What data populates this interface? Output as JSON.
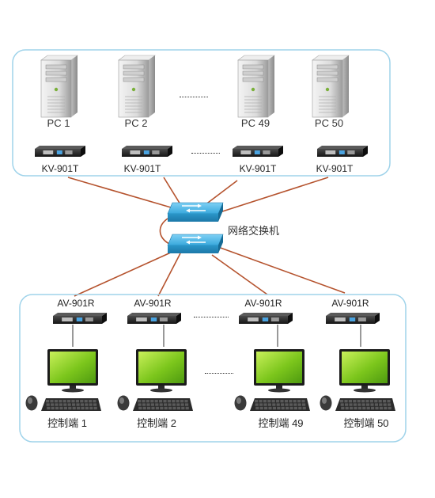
{
  "pc_labels": [
    "PC 1",
    "PC 2",
    "PC 49",
    "PC 50"
  ],
  "tx_labels": [
    "KV-901T",
    "KV-901T",
    "KV-901T",
    "KV-901T"
  ],
  "rx_labels": [
    "AV-901R",
    "AV-901R",
    "AV-901R",
    "AV-901R"
  ],
  "console_labels": [
    "控制端 1",
    "控制端 2",
    "控制端 49",
    "控制端 50"
  ],
  "switch_label": "网络交换机",
  "colors": {
    "group_border": "#9fd3ea",
    "link": "#b5532e",
    "switch": "#34a6dc",
    "screen": "#8fd22a",
    "device": "#2a2a2a"
  }
}
